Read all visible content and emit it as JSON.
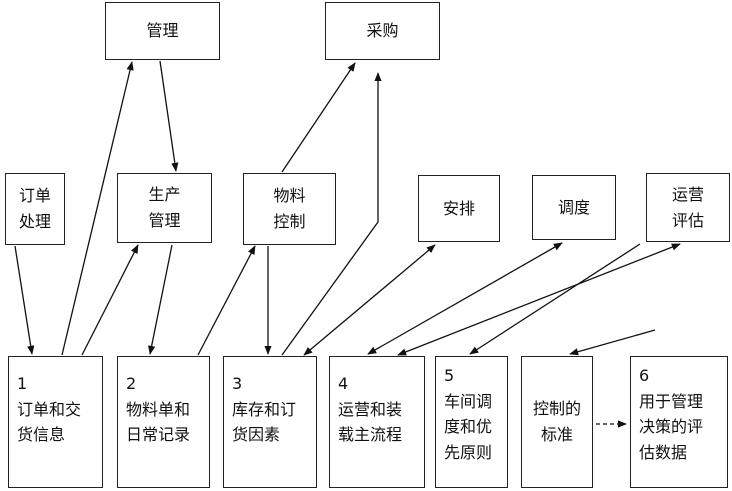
{
  "top": {
    "management": "管理",
    "procurement": "采购"
  },
  "middle": {
    "order_processing": [
      "订单",
      "处理"
    ],
    "production_management": [
      "生产",
      "管理"
    ],
    "material_control": [
      "物料",
      "控制"
    ],
    "arrangement": "安排",
    "dispatch": "调度",
    "operations_evaluation": [
      "运营",
      "评估"
    ]
  },
  "bottom": {
    "b1": {
      "num": "1",
      "lines": [
        "订单和交",
        "货信息"
      ]
    },
    "b2": {
      "num": "2",
      "lines": [
        "物料单和",
        "日常记录"
      ]
    },
    "b3": {
      "num": "3",
      "lines": [
        "库存和订",
        "货因素"
      ]
    },
    "b4": {
      "num": "4",
      "lines": [
        "运营和装",
        "载主流程"
      ]
    },
    "b5": {
      "num": "5",
      "lines": [
        "车间调",
        "度和优",
        "先原则"
      ]
    },
    "control_standard": [
      "控制的",
      "标准"
    ],
    "b6": {
      "num": "6",
      "lines": [
        "用于管理",
        "决策的评",
        "估数据"
      ]
    }
  }
}
